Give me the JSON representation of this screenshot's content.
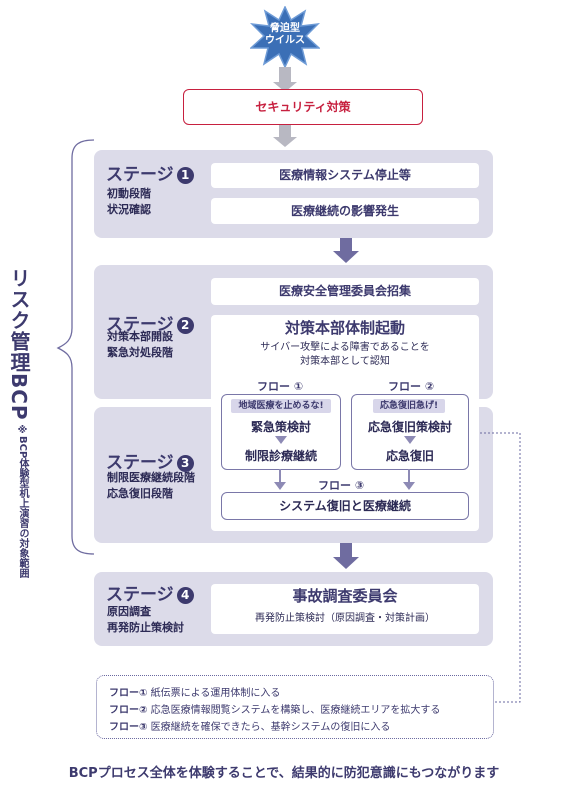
{
  "threat": {
    "line1": "脅迫型",
    "line2": "ウイルス"
  },
  "security": "セキュリティ対策",
  "side": {
    "title": "リスク管理BCP",
    "note": "※BCP体験型机上演習の対象範囲"
  },
  "stage1": {
    "label": "ステージ",
    "num": "1",
    "sub1": "初動段階",
    "sub2": "状況確認",
    "box1": "医療情報システム停止等",
    "box2": "医療継続の影響発生"
  },
  "stage2": {
    "label": "ステージ",
    "num": "2",
    "sub1": "対策本部開設",
    "sub2": "緊急対処段階",
    "box1": "医療安全管理委員会招集",
    "hq_title": "対策本部体制起動",
    "hq_desc1": "サイバー攻撃による障害であることを",
    "hq_desc2": "対策本部として認知"
  },
  "flow1": {
    "label": "フロー ①",
    "tag": "地域医療を止めるな!",
    "step1": "緊急策検討",
    "step2": "制限診療継続"
  },
  "flow2": {
    "label": "フロー ②",
    "tag": "応急復旧急げ!",
    "step1": "応急復旧策検討",
    "step2": "応急復旧"
  },
  "flow3": {
    "label": "フロー ③",
    "box": "システム復旧と医療継続"
  },
  "stage3": {
    "label": "ステージ",
    "num": "3",
    "sub1": "制限医療継続段階",
    "sub2": "応急復旧段階"
  },
  "stage4": {
    "label": "ステージ",
    "num": "4",
    "sub1": "原因調査",
    "sub2": "再発防止策検討",
    "title": "事故調査委員会",
    "desc": "再発防止策検討（原因調査・対策計画）"
  },
  "notes": [
    {
      "key": "フロー①",
      "text": "紙伝票による運用体制に入る"
    },
    {
      "key": "フロー②",
      "text": "応急医療情報閲覧システムを構築し、医療継続エリアを拡大する"
    },
    {
      "key": "フロー③",
      "text": "医療継続を確保できたら、基幹システムの復旧に入る"
    }
  ],
  "footer": "BCPプロセス全体を体験することで、結果的に防犯意識にもつながります",
  "colors": {
    "navy": "#3d3a6e",
    "stage_bg": "#dcdbe9",
    "security_border": "#c7203f",
    "arrow": "#6f6ca0"
  }
}
